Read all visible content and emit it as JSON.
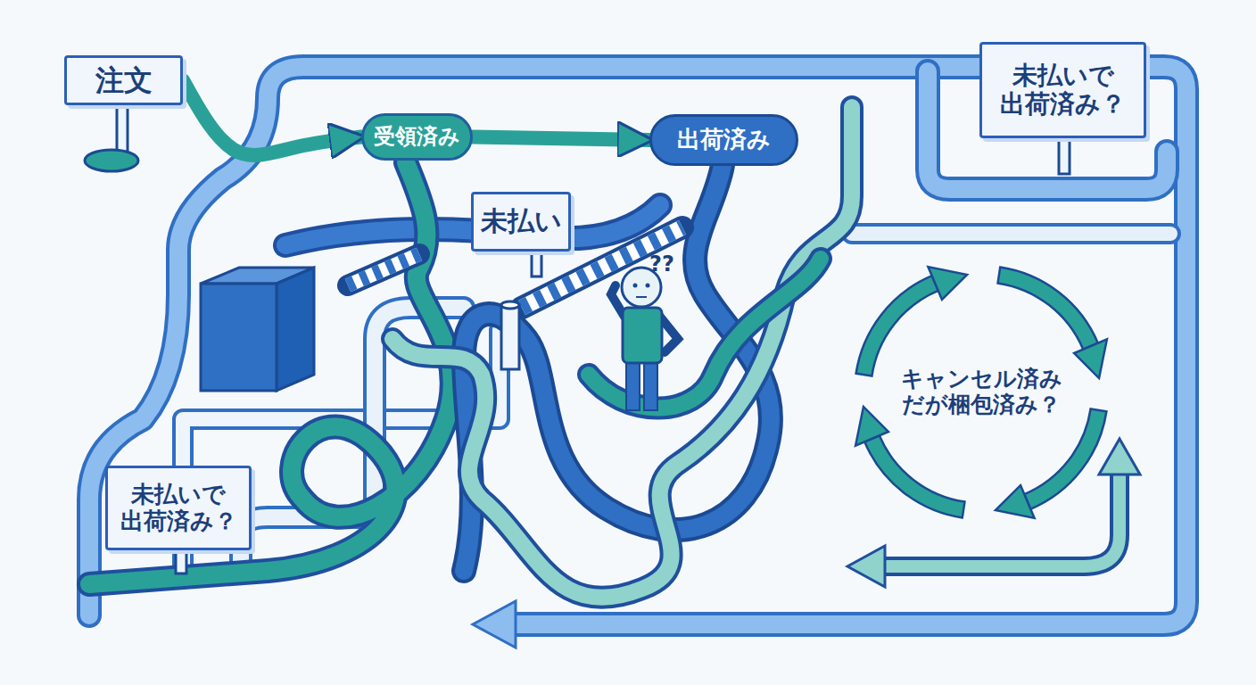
{
  "diagram": {
    "nodes": [
      {
        "text": [
          "注文"
        ]
      },
      {
        "text": [
          "受領済み"
        ]
      },
      {
        "text": [
          "出荷済み"
        ]
      },
      {
        "text": [
          "未払いで 出荷済み？"
        ]
      },
      {
        "text": [
          "未払い"
        ]
      },
      {
        "text": [
          "キャンセル済み だが梱包済み？"
        ]
      },
      {
        "text": [
          "未払いで 出荷済み？"
        ]
      }
    ],
    "edges": [
      {
        "from": 0,
        "to": 1,
        "arrow": "to"
      },
      {
        "from": 1,
        "to": 2,
        "arrow": "to"
      }
    ],
    "labels": [
      "??"
    ]
  }
}
